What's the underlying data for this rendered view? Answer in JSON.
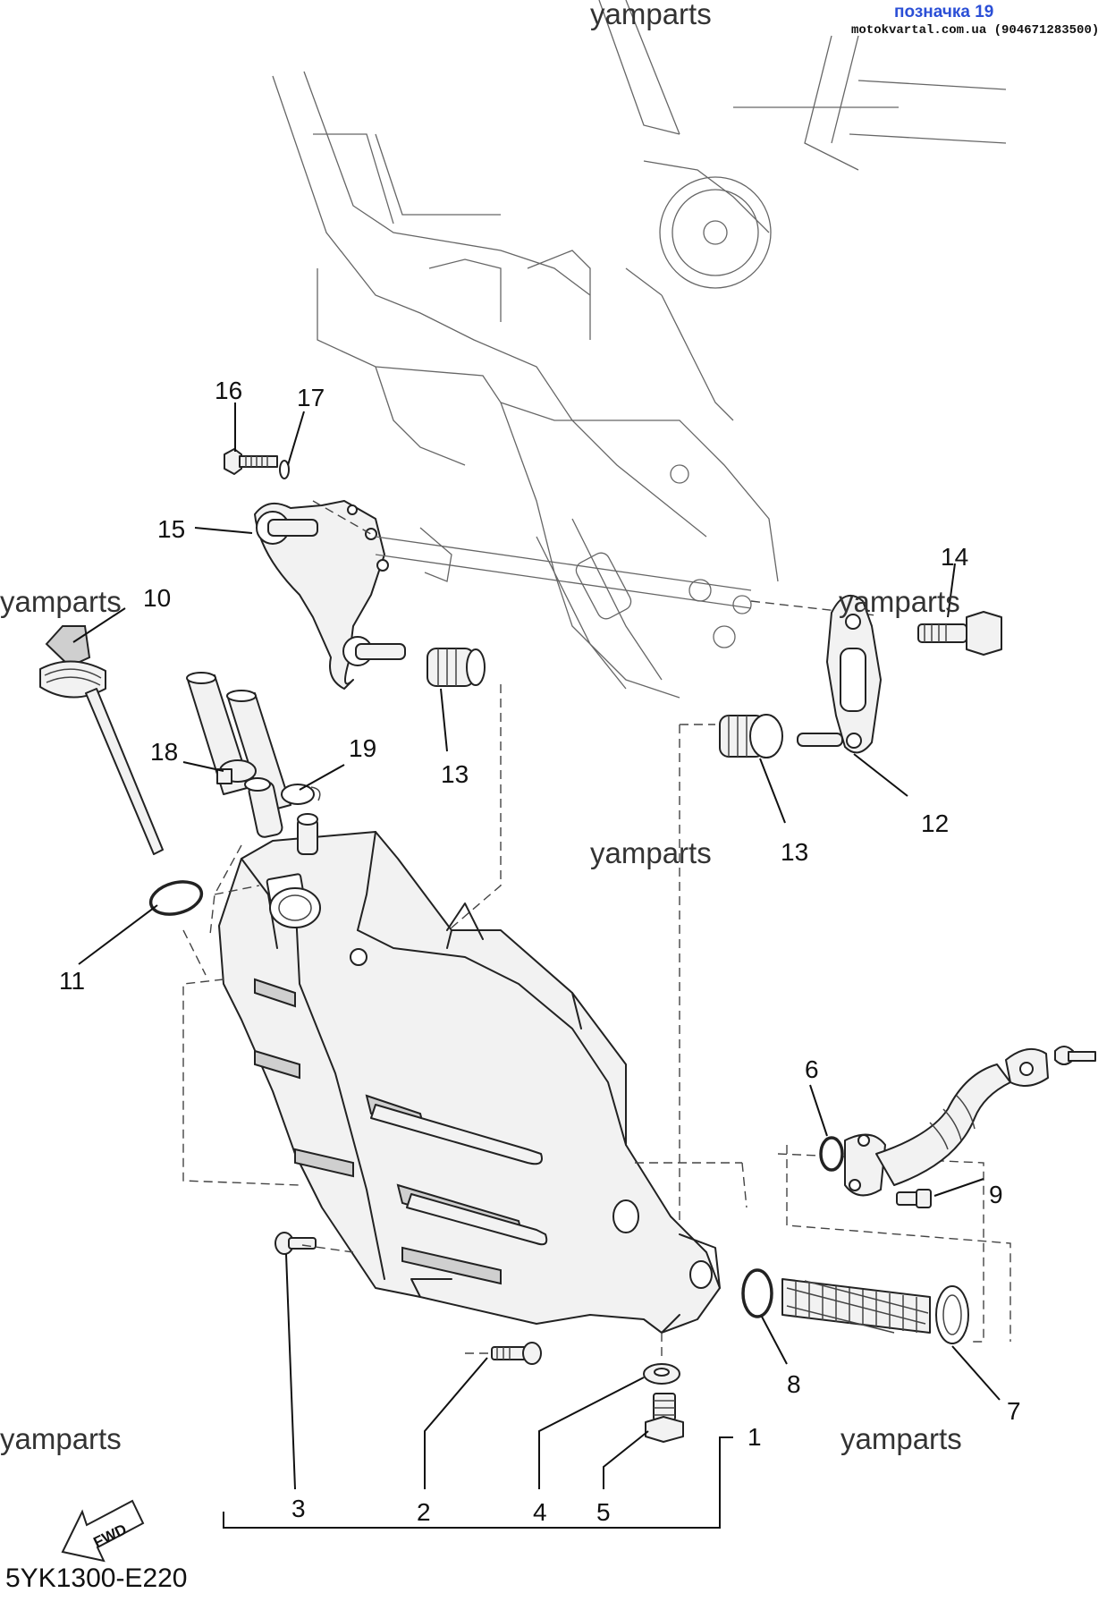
{
  "header": {
    "badge": "позначка 19",
    "site": "motokvartal.com.ua (904671283500)"
  },
  "watermarks": [
    "yamparts",
    "yamparts",
    "yamparts",
    "yamparts",
    "yamparts"
  ],
  "diagram_code": "5YK1300-E220",
  "fwd_label": "FWD",
  "part_labels": {
    "p1": "1",
    "p2": "2",
    "p3": "3",
    "p4": "4",
    "p5": "5",
    "p6": "6",
    "p7": "7",
    "p8": "8",
    "p9": "9",
    "p10": "10",
    "p11": "11",
    "p12": "12",
    "p13a": "13",
    "p13b": "13",
    "p14": "14",
    "p15": "15",
    "p16": "16",
    "p17": "17",
    "p18": "18",
    "p19": "19"
  }
}
